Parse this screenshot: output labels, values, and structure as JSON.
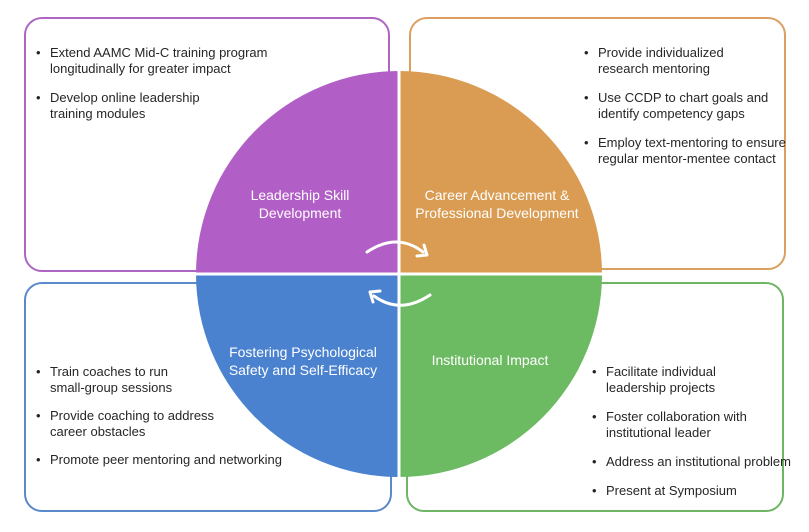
{
  "colors": {
    "leadership": "#b25ec7",
    "career": "#d99c52",
    "safety": "#4a82d0",
    "impact": "#6cba62",
    "leadership_border": "#ae66c2",
    "career_border": "#dba060",
    "safety_border": "#5a8acb",
    "impact_border": "#6fb566"
  },
  "quadrants": {
    "leadership": {
      "label": "Leadership Skill\nDevelopment",
      "bullets": [
        "Extend AAMC Mid-C training program longitudinally for greater impact",
        "Develop online leadership training modules"
      ]
    },
    "career": {
      "label": "Career Advancement &\nProfessional Development",
      "bullets": [
        "Provide individualized research mentoring",
        "Use CCDP to chart goals and identify competency gaps",
        "Employ text-mentoring to ensure regular mentor-mentee contact"
      ]
    },
    "safety": {
      "label": "Fostering Psychological\nSafety and Self-Efficacy",
      "bullets": [
        "Train coaches to run small-group sessions",
        "Provide coaching to address career obstacles",
        "Promote peer mentoring and networking"
      ]
    },
    "impact": {
      "label": "Institutional Impact",
      "bullets": [
        "Facilitate individual leadership projects",
        "Foster collaboration with institutional leader",
        "Address an institutional problem",
        "Present at Symposium"
      ]
    }
  },
  "icons": {
    "cycle": "circular-arrows-icon"
  }
}
